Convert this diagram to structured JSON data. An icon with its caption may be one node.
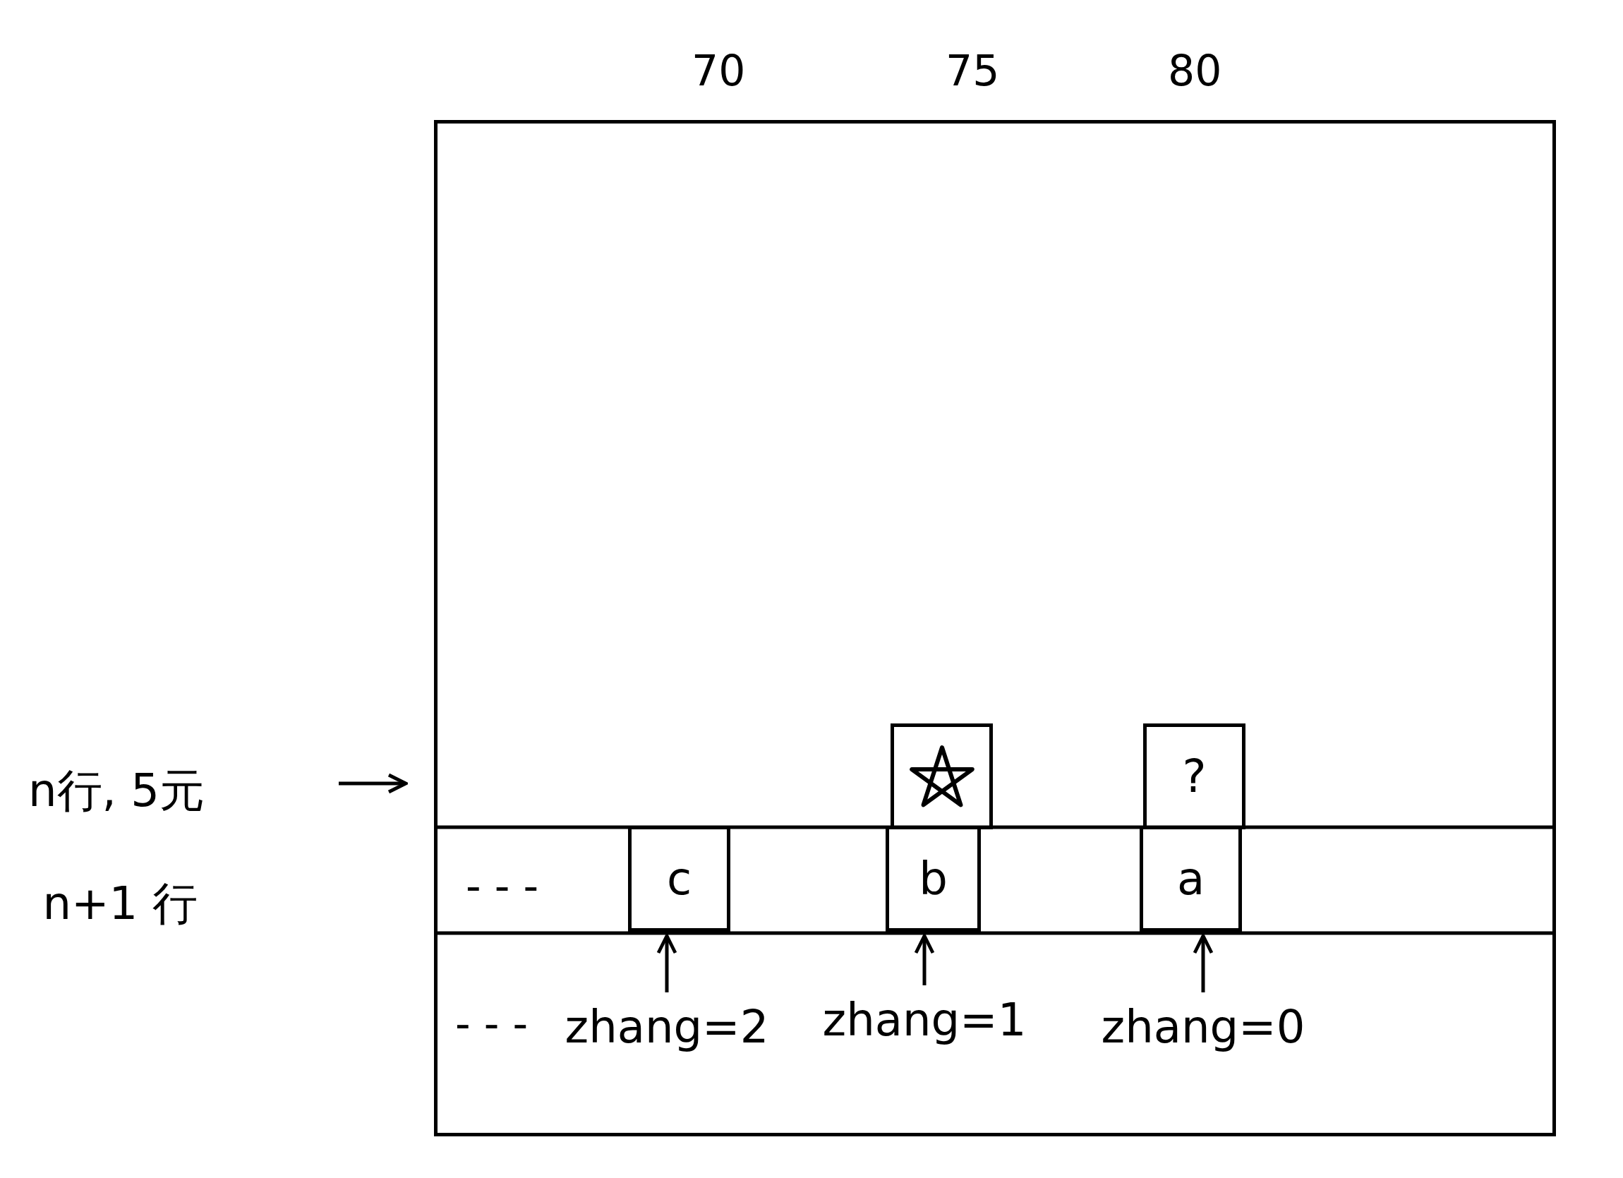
{
  "diagram": {
    "nodes": [
      {
        "text": [],
        "shape": "box"
      },
      {
        "text": [
          "n行, 5元"
        ]
      },
      {
        "text": [
          "n+1 行"
        ]
      },
      {
        "text": [
          "c"
        ],
        "in": 0
      },
      {
        "text": [],
        "shape": "box",
        "in": 0
      },
      {
        "text": [
          "b"
        ],
        "in": 0
      },
      {
        "text": [
          "?"
        ],
        "in": 0
      },
      {
        "text": [
          "a"
        ],
        "in": 0
      },
      {
        "text": [
          "zhang=2"
        ],
        "in": 0
      },
      {
        "text": [
          "zhang=1"
        ],
        "in": 0
      },
      {
        "text": [
          "zhang=0"
        ],
        "in": 0
      }
    ],
    "edges": [
      {
        "from": null,
        "to": 0,
        "arrow": "to"
      },
      {
        "from": 8,
        "to": 3,
        "arrow": "to"
      },
      {
        "from": 9,
        "to": 5,
        "arrow": "to"
      },
      {
        "from": 10,
        "to": 7,
        "arrow": "to"
      }
    ],
    "labels": [
      "70",
      "75",
      "80",
      "- - -",
      "- - -"
    ]
  }
}
